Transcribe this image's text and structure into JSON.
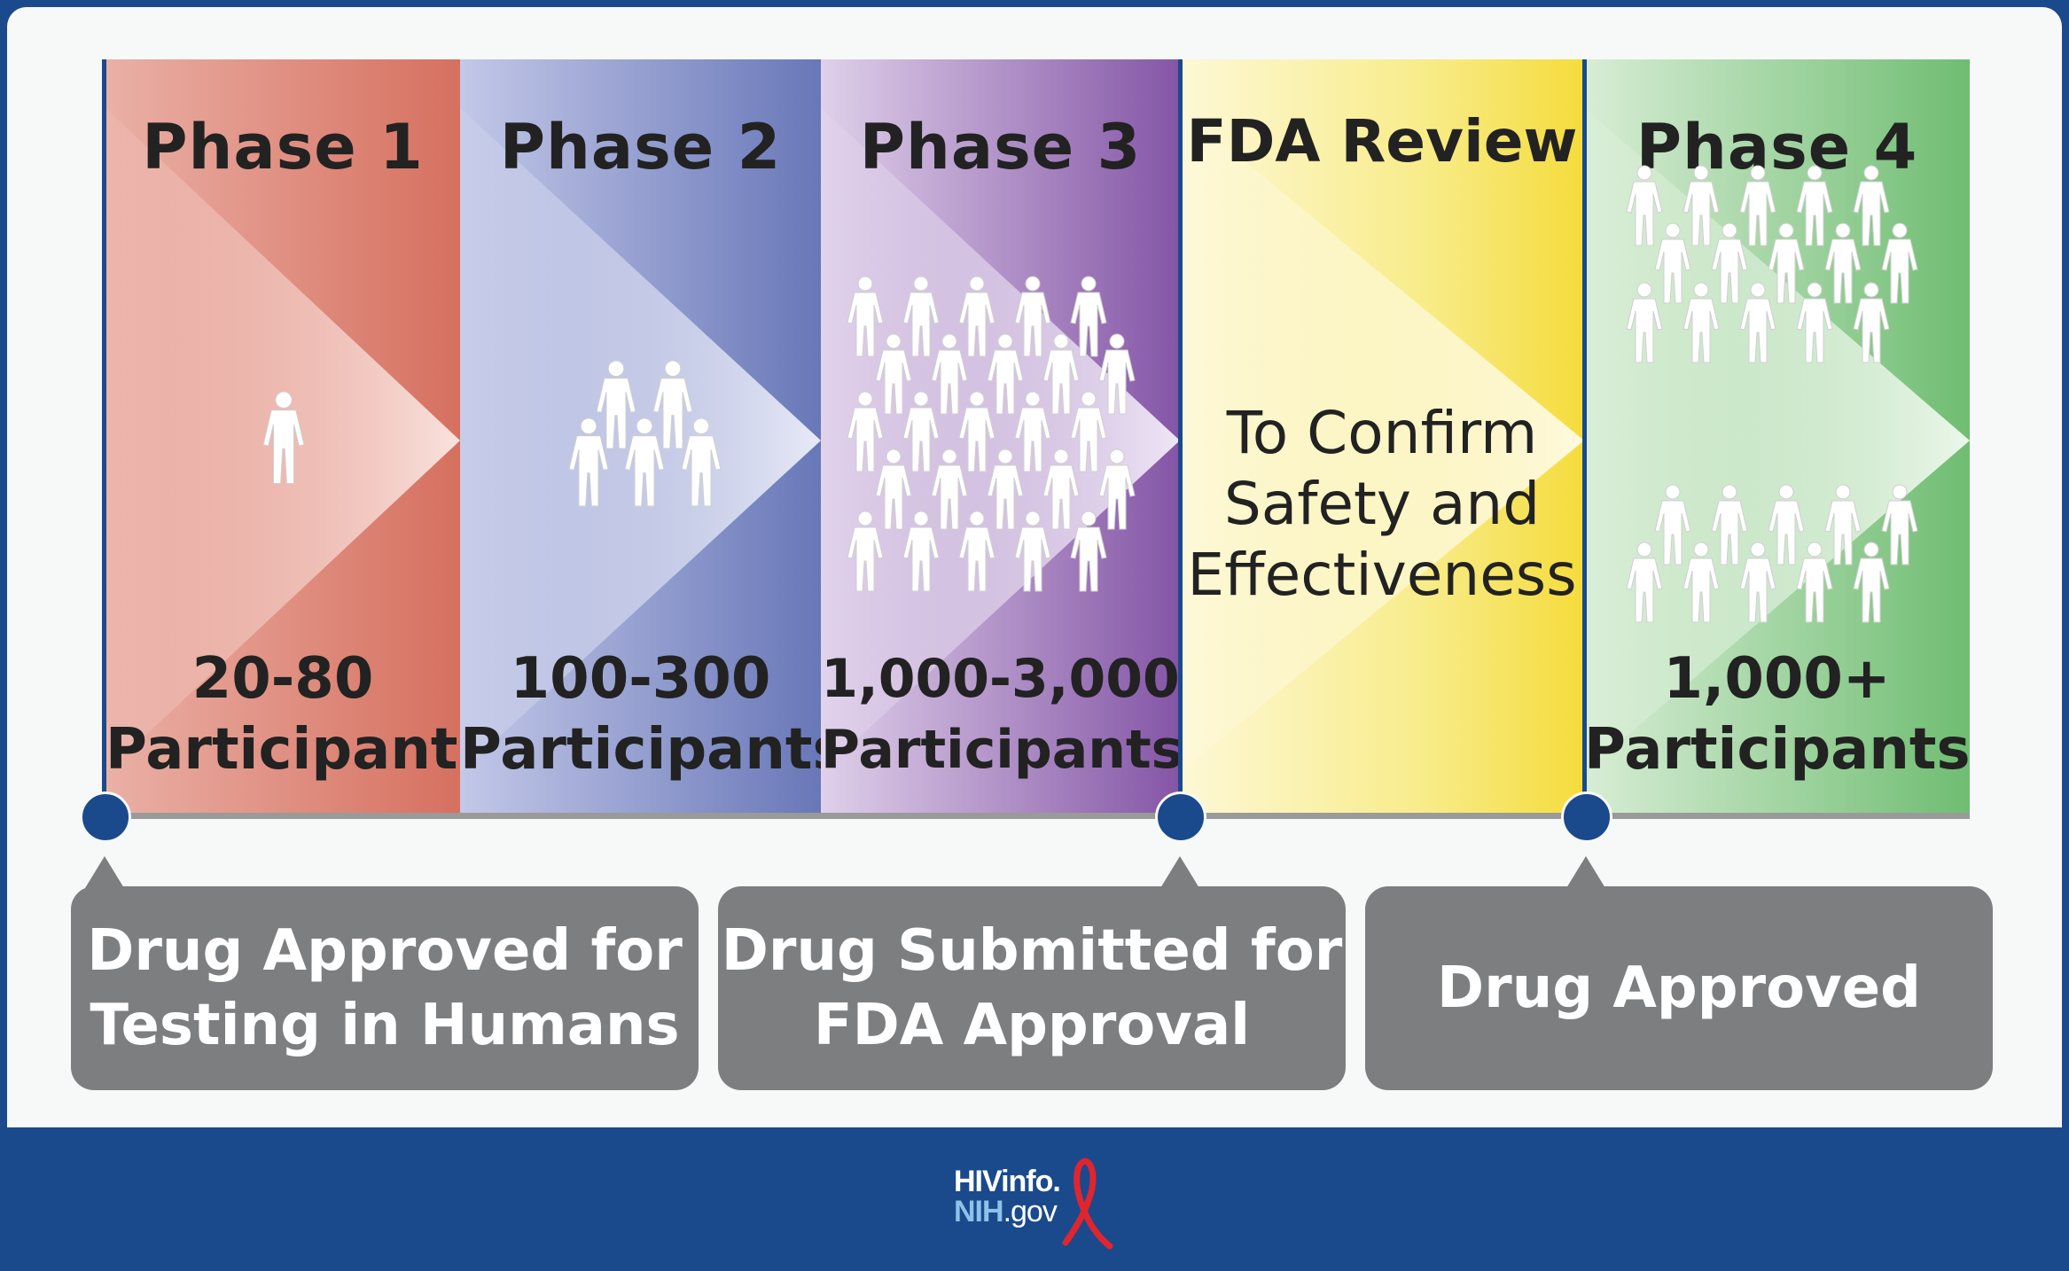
{
  "phases": [
    {
      "title": "Phase 1",
      "count": "20-80",
      "participants_label": "Participants",
      "color": "#d9756a"
    },
    {
      "title": "Phase 2",
      "count": "100-300",
      "participants_label": "Participants",
      "color": "#6f7fbd"
    },
    {
      "title": "Phase 3",
      "count": "1,000-3,000",
      "participants_label": "Participants",
      "color": "#8a63aa"
    }
  ],
  "fda_review": {
    "title": "FDA Review",
    "text_lines": [
      "To Confirm",
      "Safety and",
      "Effectiveness"
    ],
    "color": "#f5e050"
  },
  "phase4": {
    "title": "Phase 4",
    "count": "1,000+",
    "participants_label": "Participants",
    "color": "#6fbf73"
  },
  "milestones": [
    {
      "lines": [
        "Drug Approved for",
        "Testing in Humans"
      ]
    },
    {
      "lines": [
        "Drug Submitted for",
        "FDA Approval"
      ]
    },
    {
      "lines": [
        "Drug Approved"
      ]
    }
  ],
  "logo": {
    "line1": "HIVinfo.",
    "line2_brand": "NIH",
    "line2_suffix": ".gov",
    "ribbon_color": "#e0252f"
  },
  "colors": {
    "navy": "#1a4a8c",
    "callout_gray": "#7d7e80"
  }
}
